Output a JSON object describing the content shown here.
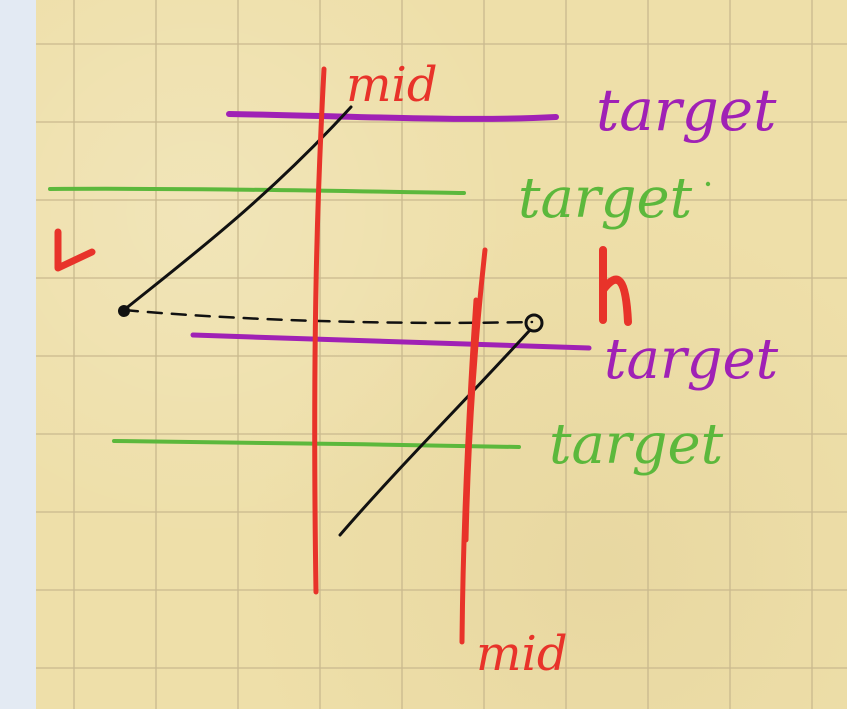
{
  "labels": {
    "mid_top": "mid",
    "mid_bottom": "mid",
    "left_marker": "L",
    "right_marker": "h",
    "target_purple_top": "target",
    "target_green_top": "target",
    "target_purple_bottom": "target",
    "target_green_bottom": "target"
  },
  "colors": {
    "paper": "#eedfa9",
    "grid": "#c9b98e",
    "margin": "#e3eaf3",
    "red": "#e8332a",
    "purple": "#a021b5",
    "green": "#5cb83c",
    "black": "#111111"
  }
}
